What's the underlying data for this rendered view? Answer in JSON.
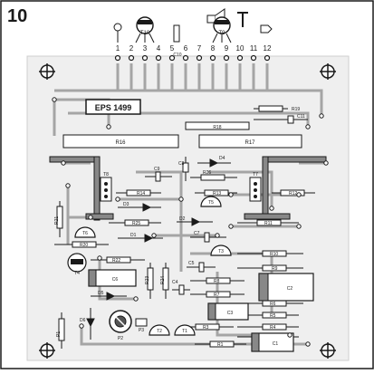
{
  "figure_number": "10",
  "board_code": "EPS 1499",
  "pins": [
    "1",
    "2",
    "3",
    "4",
    "5",
    "6",
    "7",
    "8",
    "9",
    "10",
    "11",
    "12"
  ],
  "transistors": [
    "T10",
    "T9",
    "T8",
    "T7",
    "T6",
    "T5",
    "T4",
    "T3",
    "T2",
    "T1"
  ],
  "components": {
    "c10": "C10",
    "c11": "C11",
    "r16": "R16",
    "r17": "R17",
    "r18": "R18",
    "r19": "R19",
    "r20": "R20",
    "r21": "R21",
    "r22": "R22",
    "r23": "R23",
    "r24": "R24",
    "r26": "R26",
    "r25": "R25",
    "r14": "R14",
    "r13": "R13",
    "r12": "R12",
    "r11": "R11",
    "r10": "R10",
    "r9": "R9",
    "r8": "R8",
    "r7": "R7",
    "r6": "R6",
    "r5": "R5",
    "r4": "R4",
    "r3": "R3",
    "r2": "R2",
    "r1": "R1",
    "c9": "C9",
    "c8": "C8",
    "c7": "C7",
    "c6": "C6",
    "c5": "C5",
    "c4": "C4",
    "c3": "C3",
    "c2": "C2",
    "c1": "C1",
    "d1": "D1",
    "d2": "D2",
    "d3": "D3",
    "d4": "D4",
    "d5": "D5",
    "d6": "D6",
    "p1": "P1",
    "p2": "P2",
    "p3": "P3"
  },
  "colors": {
    "ink": "#1a1a1a",
    "trace": "#9a9a9a",
    "board": "#ececec"
  }
}
